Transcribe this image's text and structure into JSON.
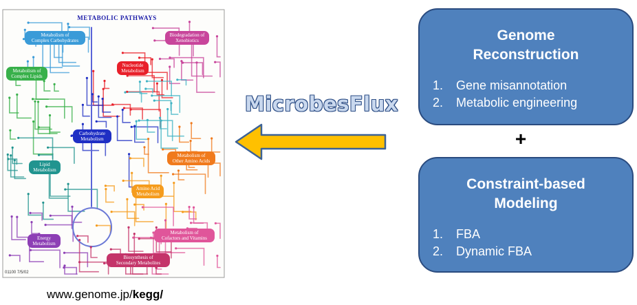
{
  "kegg_map": {
    "title": "METABOLIC PATHWAYS",
    "code": "01100   7/5/02",
    "labels": {
      "complex_carbs": "Metabolism of\nComplex Carbohydrates",
      "biodegradation": "Biodegradation of\nXenobiotics",
      "complex_lipids": "Metabolism of\nComplex Lipids",
      "nucleotide": "Nucleotide\nMetabolism",
      "carbohydrate": "Carbohydrate\nMetabolism",
      "other_amino": "Metabolism of\nOther Amino Acids",
      "lipid": "Lipid\nMetabolism",
      "amino_acid": "Amino Acid\nMetabolism",
      "cofactors": "Metabolism of\nCofactors and Vitamins",
      "energy": "Energy\nMetabolism",
      "secondary": "Biosynthesis of\nSecondary Metabolites"
    },
    "colors": {
      "complex_carbs": "#3a9bd8",
      "biodegradation": "#c8459b",
      "complex_lipids": "#38b04a",
      "nucleotide": "#e8202a",
      "carbohydrate": "#1f2fc4",
      "other_amino": "#f07a1c",
      "lipid": "#21948f",
      "amino_acid": "#f59c1d",
      "cofactors": "#e0559a",
      "energy": "#8d3fb5",
      "secondary": "#c4346a"
    }
  },
  "url": {
    "host": "www.genome.jp/",
    "path": "kegg/"
  },
  "brand": "MicrobesFlux",
  "arrow_color": "#ffc000",
  "box1": {
    "title_line1": "Genome",
    "title_line2": "Reconstruction",
    "items": [
      {
        "num": "1.",
        "text": "Gene misannotation"
      },
      {
        "num": "2.",
        "text": "Metabolic engineering"
      }
    ]
  },
  "plus": "+",
  "box2": {
    "title_line1": "Constraint-based",
    "title_line2": "Modeling",
    "items": [
      {
        "num": "1.",
        "text": "FBA"
      },
      {
        "num": "2.",
        "text": "Dynamic FBA"
      }
    ]
  }
}
